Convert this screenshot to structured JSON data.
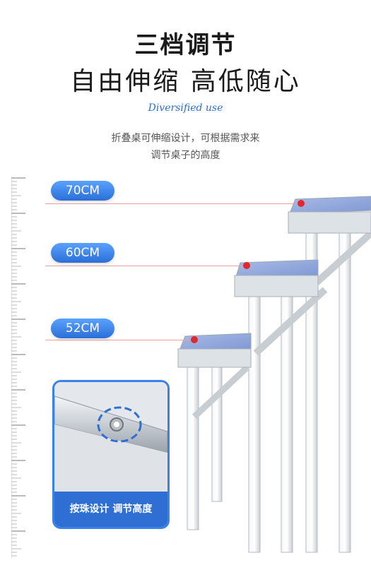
{
  "header": {
    "title_line1": "三档调节",
    "title_line2": "自由伸缩 高低随心",
    "script_subtitle": "Diversified use",
    "desc_line1": "折叠桌可伸缩设计，可根据需求来",
    "desc_line2": "调节桌子的高度"
  },
  "heights": [
    {
      "label": "70CM"
    },
    {
      "label": "60CM"
    },
    {
      "label": "52CM"
    }
  ],
  "detail": {
    "caption": "按珠设计  调节高度"
  },
  "colors": {
    "accent_blue": "#2f6fd4",
    "pill_blue": "#4d8ff0",
    "table_top": "#8fa6d8",
    "frame_silver": "#cfd5da",
    "marker_red": "#e0282e"
  }
}
